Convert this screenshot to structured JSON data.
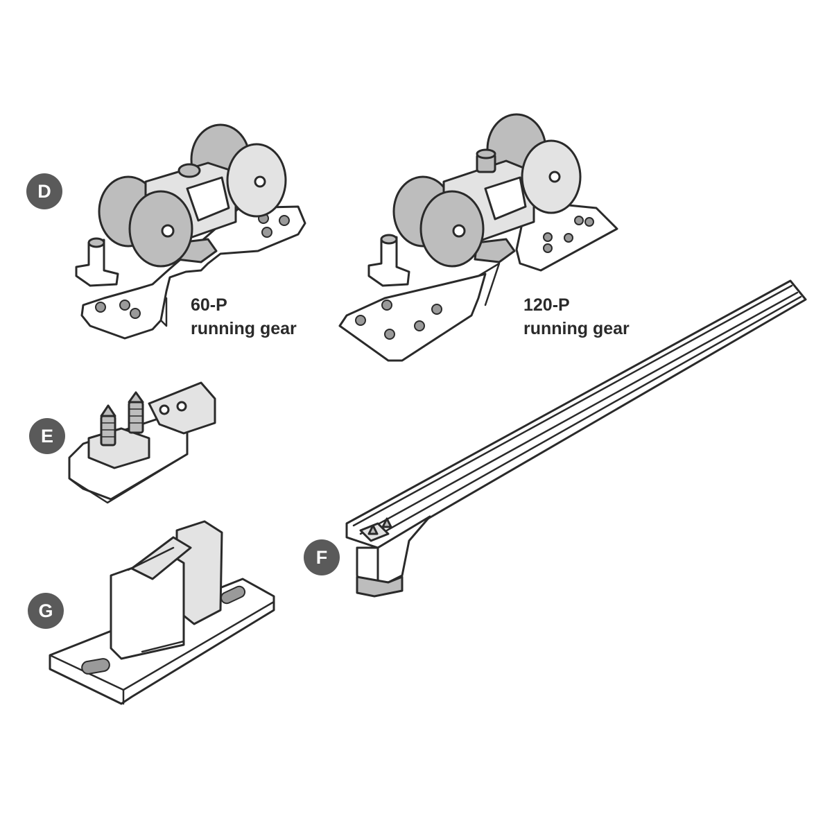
{
  "parts": {
    "d": {
      "label": "D",
      "caption": {
        "model": "60-P",
        "name": "running gear"
      }
    },
    "d2": {
      "caption": {
        "model": "120-P",
        "name": "running gear"
      }
    },
    "e": {
      "label": "E"
    },
    "f": {
      "label": "F"
    },
    "g": {
      "label": "G"
    }
  },
  "colors": {
    "badge": "#5a5a5a",
    "line": "#2a2a2a",
    "shade": "#bdbdbd"
  }
}
